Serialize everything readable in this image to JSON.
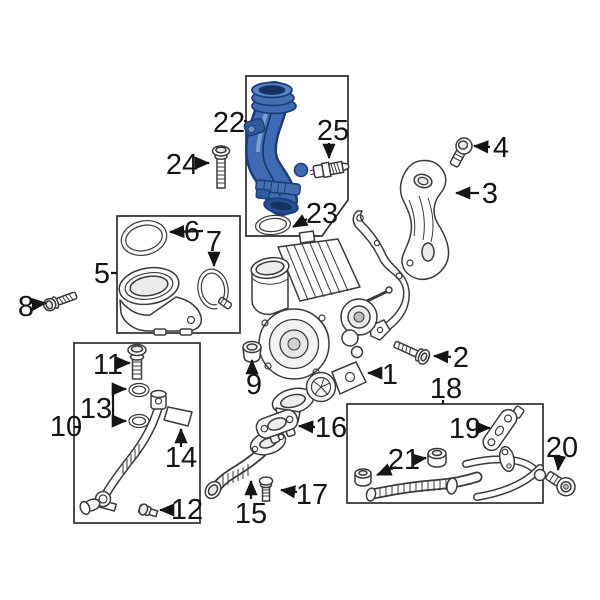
{
  "figure": {
    "kind": "exploded-parts-diagram",
    "subject": "turbocharger and related components"
  },
  "colors": {
    "background": "#ffffff",
    "line": "#3b3b3b",
    "label": "#151515",
    "box": "#2f2f2f",
    "highlight_fill": "#3e6bb3",
    "highlight_dark": "#1b3e7c",
    "highlight_deep": "#16325f",
    "highlight_light": "#7d9ed2",
    "highlight_mid": "#466fb0"
  },
  "callouts": [
    "1",
    "2",
    "3",
    "4",
    "5",
    "6",
    "7",
    "8",
    "9",
    "10",
    "11",
    "12",
    "13",
    "14",
    "15",
    "16",
    "17",
    "18",
    "19",
    "20",
    "21",
    "22",
    "23",
    "24",
    "25"
  ]
}
